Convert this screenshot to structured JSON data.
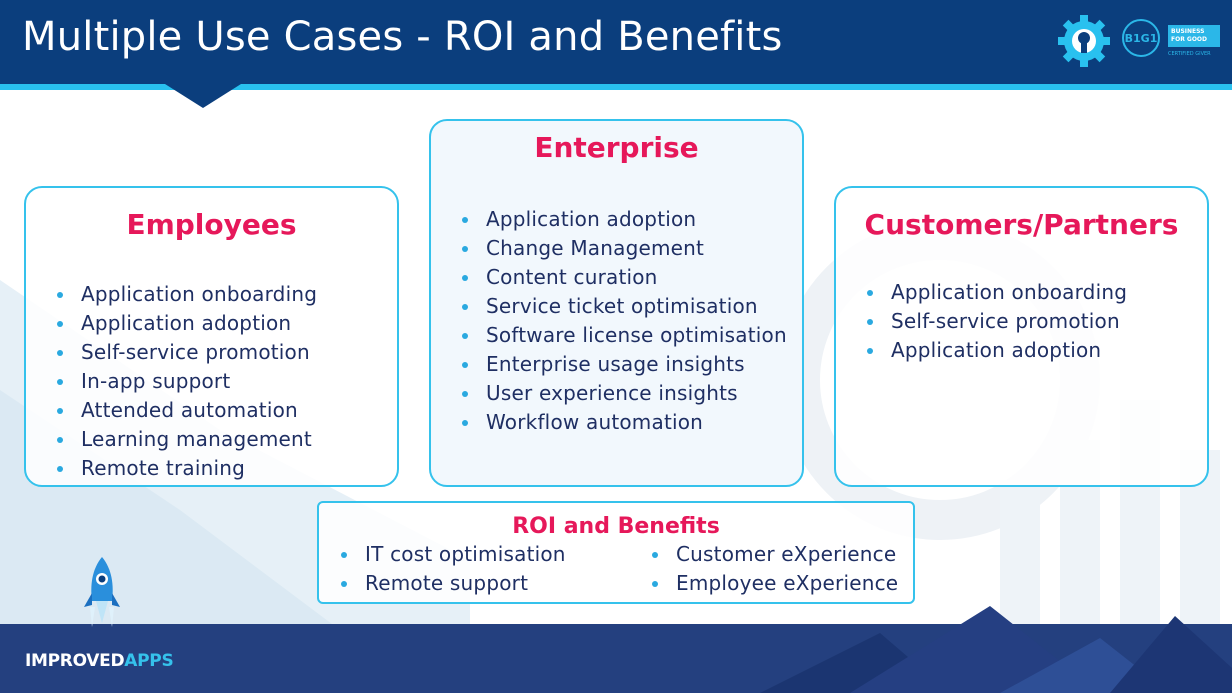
{
  "header": {
    "title": "Multiple Use Cases - ROI and Benefits",
    "gear_logo_icon": "gear-keyhole-logo",
    "b1g1": {
      "circle_text": "B1G1",
      "line1": "BUSINESS",
      "line2": "FOR GOOD",
      "sub": "CERTIFIED GIVER"
    }
  },
  "employees": {
    "title": "Employees",
    "items": [
      "Application onboarding",
      "Application adoption",
      "Self-service promotion",
      "In-app support",
      "Attended automation",
      "Learning management",
      "Remote training"
    ]
  },
  "enterprise": {
    "title": "Enterprise",
    "items": [
      "Application adoption",
      "Change Management",
      "Content curation",
      "Service ticket optimisation",
      "Software license optimisation",
      "Enterprise usage insights",
      "User experience insights",
      "Workflow automation"
    ]
  },
  "customers": {
    "title": "Customers/Partners",
    "items": [
      "Application onboarding",
      "Self-service promotion",
      "Application adoption"
    ]
  },
  "roi": {
    "title": "ROI and Benefits",
    "left": [
      "IT cost optimisation",
      "Remote support"
    ],
    "right": [
      "Customer eXperience",
      "Employee eXperience"
    ]
  },
  "footer": {
    "brand_main": "IMPROVED",
    "brand_accent": "APPS",
    "rocket_icon": "rocket-icon"
  },
  "colors": {
    "header_bg": "#0b3e7d",
    "accent_cyan": "#29c1ef",
    "title_pink": "#e6185a",
    "text_navy": "#1f2f63",
    "footer_bg": "#24407f"
  }
}
